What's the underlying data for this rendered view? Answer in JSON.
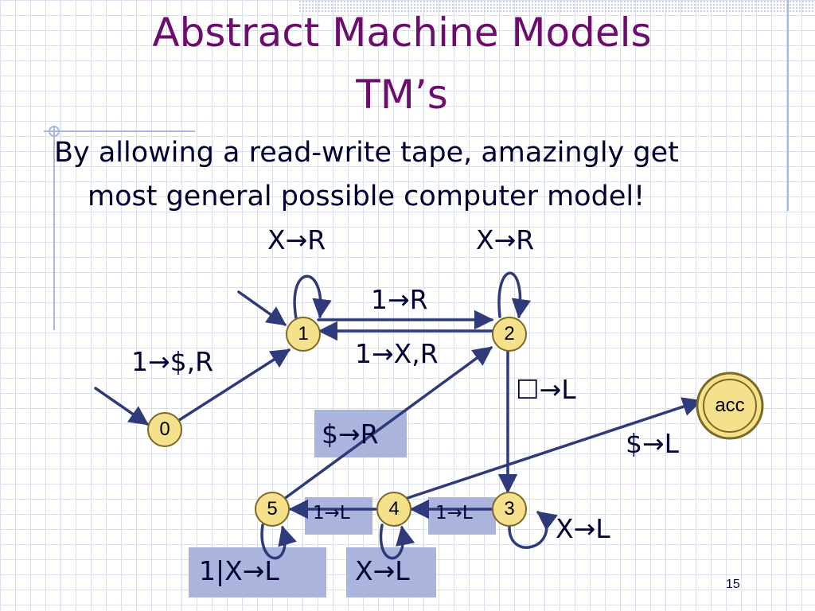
{
  "slide": {
    "title_line1": "Abstract Machine Models",
    "title_line2": "TM’s",
    "bullet_line1": "By allowing a read-write tape, amazingly get",
    "bullet_line2": "most general possible computer model!",
    "page_number": "15"
  },
  "diagram": {
    "states": [
      "0",
      "1",
      "2",
      "3",
      "4",
      "5",
      "acc"
    ],
    "start_states": [
      "0",
      "1"
    ],
    "accept_state": "acc",
    "transitions": [
      {
        "from": "1",
        "to": "1",
        "label": "X→R"
      },
      {
        "from": "2",
        "to": "2",
        "label": "X→R"
      },
      {
        "from": "1",
        "to": "2",
        "label": "1→R"
      },
      {
        "from": "2",
        "to": "1",
        "label": "1→X,R"
      },
      {
        "from": "0",
        "to": "1",
        "label": "1→$,R"
      },
      {
        "from": "2",
        "to": "3",
        "label": "☐→L"
      },
      {
        "from": "5",
        "to": "2",
        "label": "$→R"
      },
      {
        "from": "4",
        "to": "acc",
        "label": "$→L"
      },
      {
        "from": "3",
        "to": "4",
        "label": "1→L"
      },
      {
        "from": "4",
        "to": "5",
        "label": "1→L"
      },
      {
        "from": "3",
        "to": "3",
        "label": "X→L"
      },
      {
        "from": "4",
        "to": "4",
        "label": "X→L"
      },
      {
        "from": "5",
        "to": "5",
        "label": "1|X→L"
      }
    ],
    "colors": {
      "node_fill": "#f5e08c",
      "node_stroke": "#7a6a24",
      "edge": "#2e3a7a",
      "label_highlight": "#aab4dc",
      "title": "#6e0c6e"
    }
  }
}
